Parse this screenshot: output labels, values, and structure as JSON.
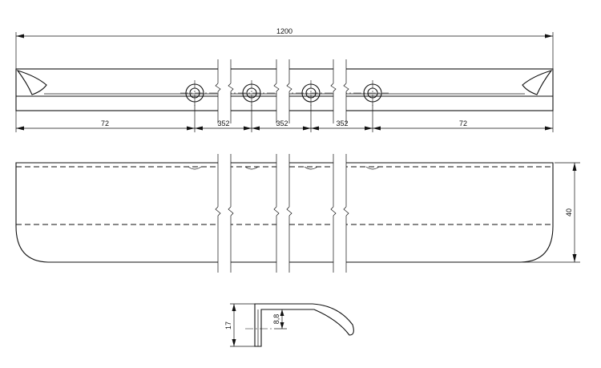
{
  "dimensions": {
    "overall_length": "1200",
    "end_offset_left": "72",
    "hole_spacing_1": "352",
    "hole_spacing_2": "352",
    "hole_spacing_3": "352",
    "end_offset_right": "72",
    "height": "40",
    "profile_height": "17",
    "profile_offset": "8,8"
  },
  "colors": {
    "line": "#111111",
    "background": "#ffffff"
  }
}
